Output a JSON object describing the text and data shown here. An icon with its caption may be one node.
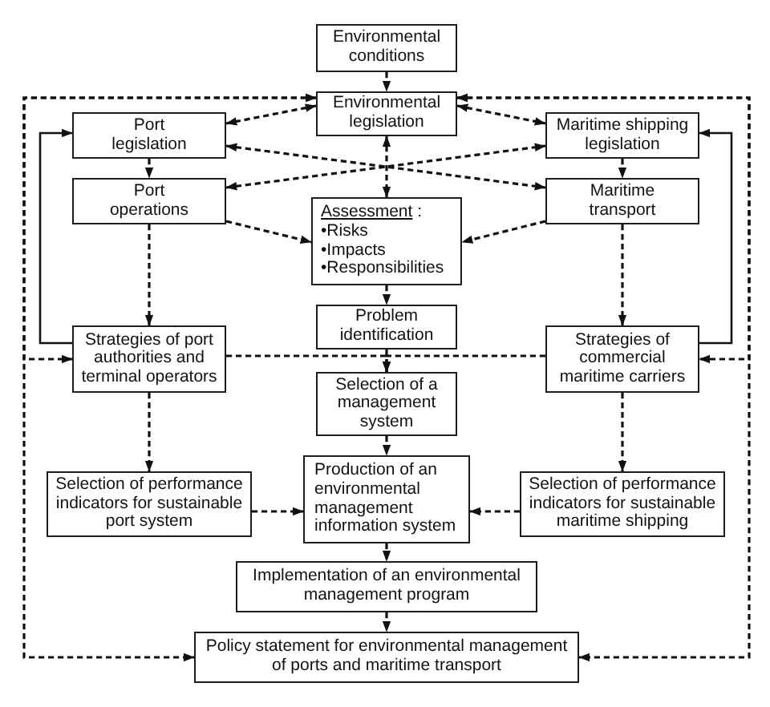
{
  "diagram": {
    "nodes": [
      {
        "text": [
          "Environmental conditions"
        ]
      },
      {
        "text": [
          "Environmental legislation"
        ]
      },
      {
        "text": [
          "Port legislation"
        ]
      },
      {
        "text": [
          "Maritime shipping legislation"
        ]
      },
      {
        "text": [
          "Port operations"
        ]
      },
      {
        "text": [
          "Maritime transport"
        ]
      },
      {
        "text": [
          "Assessment :",
          "•Risks",
          "•Impacts",
          "•Responsibilities"
        ]
      },
      {
        "text": [
          "Problem identification"
        ]
      },
      {
        "text": [
          "Strategies of port authorities and terminal operators"
        ]
      },
      {
        "text": [
          "Strategies of commercial maritime carriers"
        ]
      },
      {
        "text": [
          "Selection of a management system"
        ]
      },
      {
        "text": [
          "Selection of performance indicators for sustainable port system"
        ]
      },
      {
        "text": [
          "Production of an environmental management information system"
        ]
      },
      {
        "text": [
          "Selection of performance indicators for sustainable maritime shipping"
        ]
      },
      {
        "text": [
          "Implementation of an environmental management program"
        ]
      },
      {
        "text": [
          "Policy statement for environmental management of ports and maritime transport"
        ]
      }
    ],
    "edges": [
      {
        "from": 0,
        "to": 1,
        "arrow": "to",
        "style": "dashed"
      },
      {
        "from": 1,
        "to": 2,
        "arrow": "both",
        "style": "dashed"
      },
      {
        "from": 1,
        "to": 3,
        "arrow": "both",
        "style": "dashed"
      },
      {
        "from": 1,
        "to": 6,
        "arrow": "both",
        "style": "dashed"
      },
      {
        "from": 2,
        "to": 5,
        "arrow": "both",
        "style": "dashed"
      },
      {
        "from": 4,
        "to": 3,
        "arrow": "both",
        "style": "dashed"
      },
      {
        "from": 4,
        "to": 6,
        "arrow": "to",
        "style": "dashed"
      },
      {
        "from": 5,
        "to": 6,
        "arrow": "to",
        "style": "dashed"
      },
      {
        "from": 2,
        "to": 4,
        "arrow": "to",
        "style": "dashed"
      },
      {
        "from": 3,
        "to": 5,
        "arrow": "to",
        "style": "dashed"
      },
      {
        "from": 4,
        "to": 8,
        "arrow": "to",
        "style": "dashed"
      },
      {
        "from": 5,
        "to": 9,
        "arrow": "to",
        "style": "dashed"
      },
      {
        "from": 6,
        "to": 7,
        "arrow": "to",
        "style": "dashed"
      },
      {
        "from": 7,
        "to": 10,
        "arrow": "to",
        "style": "dashed"
      },
      {
        "from": 8,
        "to": 10,
        "arrow": "to",
        "style": "dashed"
      },
      {
        "from": 9,
        "to": 10,
        "arrow": "to",
        "style": "dashed"
      },
      {
        "from": 8,
        "to": 2,
        "arrow": "to"
      },
      {
        "from": 9,
        "to": 3,
        "arrow": "to"
      },
      {
        "from": 1,
        "to": 8,
        "arrow": "both",
        "style": "dashed"
      },
      {
        "from": 1,
        "to": 15,
        "arrow": "both",
        "style": "dashed"
      },
      {
        "from": 1,
        "to": 9,
        "arrow": "both",
        "style": "dashed"
      },
      {
        "from": 1,
        "to": 15,
        "arrow": "both",
        "style": "dashed"
      },
      {
        "from": 8,
        "to": 11,
        "arrow": "to",
        "style": "dashed"
      },
      {
        "from": 9,
        "to": 13,
        "arrow": "to",
        "style": "dashed"
      },
      {
        "from": 10,
        "to": 12,
        "arrow": "to",
        "style": "dashed"
      },
      {
        "from": 11,
        "to": 12,
        "arrow": "to",
        "style": "dashed"
      },
      {
        "from": 13,
        "to": 12,
        "arrow": "to",
        "style": "dashed"
      },
      {
        "from": 12,
        "to": 14,
        "arrow": "to",
        "style": "dashed"
      },
      {
        "from": 14,
        "to": 15,
        "arrow": "to",
        "style": "dashed"
      }
    ]
  }
}
